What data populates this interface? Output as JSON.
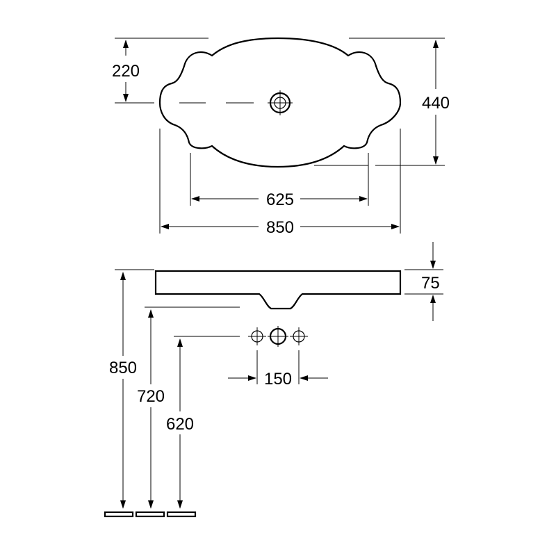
{
  "top_view": {
    "dimensions": {
      "height_half": "220",
      "height_total": "440",
      "inner_width": "625",
      "outer_width": "850"
    }
  },
  "side_view": {
    "dimensions": {
      "basin_height": "75",
      "tap_spacing": "150",
      "overall_height": "850",
      "rim_height": "720",
      "tap_height": "620"
    }
  }
}
